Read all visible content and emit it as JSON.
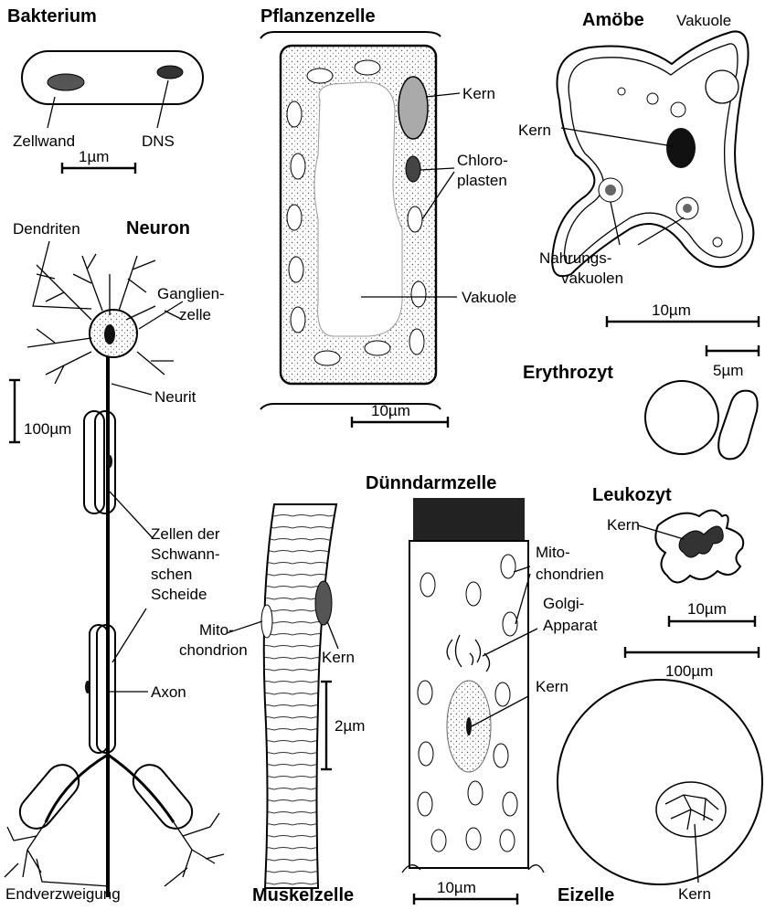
{
  "bacterium": {
    "title": "Bakterium",
    "wall_label": "Zellwand",
    "dna_label": "DNS",
    "scale": "1µm"
  },
  "plant_cell": {
    "title": "Pflanzenzelle",
    "nucleus_label": "Kern",
    "chloroplast_label_1": "Chloro-",
    "chloroplast_label_2": "plasten",
    "vacuole_label": "Vakuole",
    "scale": "10µm"
  },
  "amoeba": {
    "title": "Amöbe",
    "vacuole_label": "Vakuole",
    "nucleus_label": "Kern",
    "food_vacuole_label_1": "Nahrungs-",
    "food_vacuole_label_2": "vakuolen",
    "scale": "10µm"
  },
  "erythrocyte": {
    "title": "Erythrozyt",
    "scale": "5µm"
  },
  "neuron": {
    "title": "Neuron",
    "dendrites_label": "Dendriten",
    "ganglion_label_1": "Ganglien-",
    "ganglion_label_2": "zelle",
    "neurite_label": "Neurit",
    "scale": "100µm",
    "schwann_label_1": "Zellen der",
    "schwann_label_2": "Schwann-",
    "schwann_label_3": "schen",
    "schwann_label_4": "Scheide",
    "axon_label": "Axon",
    "branching_label": "Endverzweigung"
  },
  "muscle_cell": {
    "title": "Muskelzelle",
    "mito_label_1": "Mito-",
    "mito_label_2": "chondrion",
    "nucleus_label": "Kern",
    "scale": "2µm"
  },
  "intestinal_cell": {
    "title": "Dünndarmzelle",
    "mito_label_1": "Mito-",
    "mito_label_2": "chondrien",
    "golgi_label_1": "Golgi-",
    "golgi_label_2": "Apparat",
    "nucleus_label": "Kern",
    "scale": "10µm"
  },
  "leukocyte": {
    "title": "Leukozyt",
    "nucleus_label": "Kern",
    "scale": "10µm"
  },
  "egg_cell": {
    "title": "Eizelle",
    "scale": "100µm",
    "nucleus_label": "Kern"
  }
}
